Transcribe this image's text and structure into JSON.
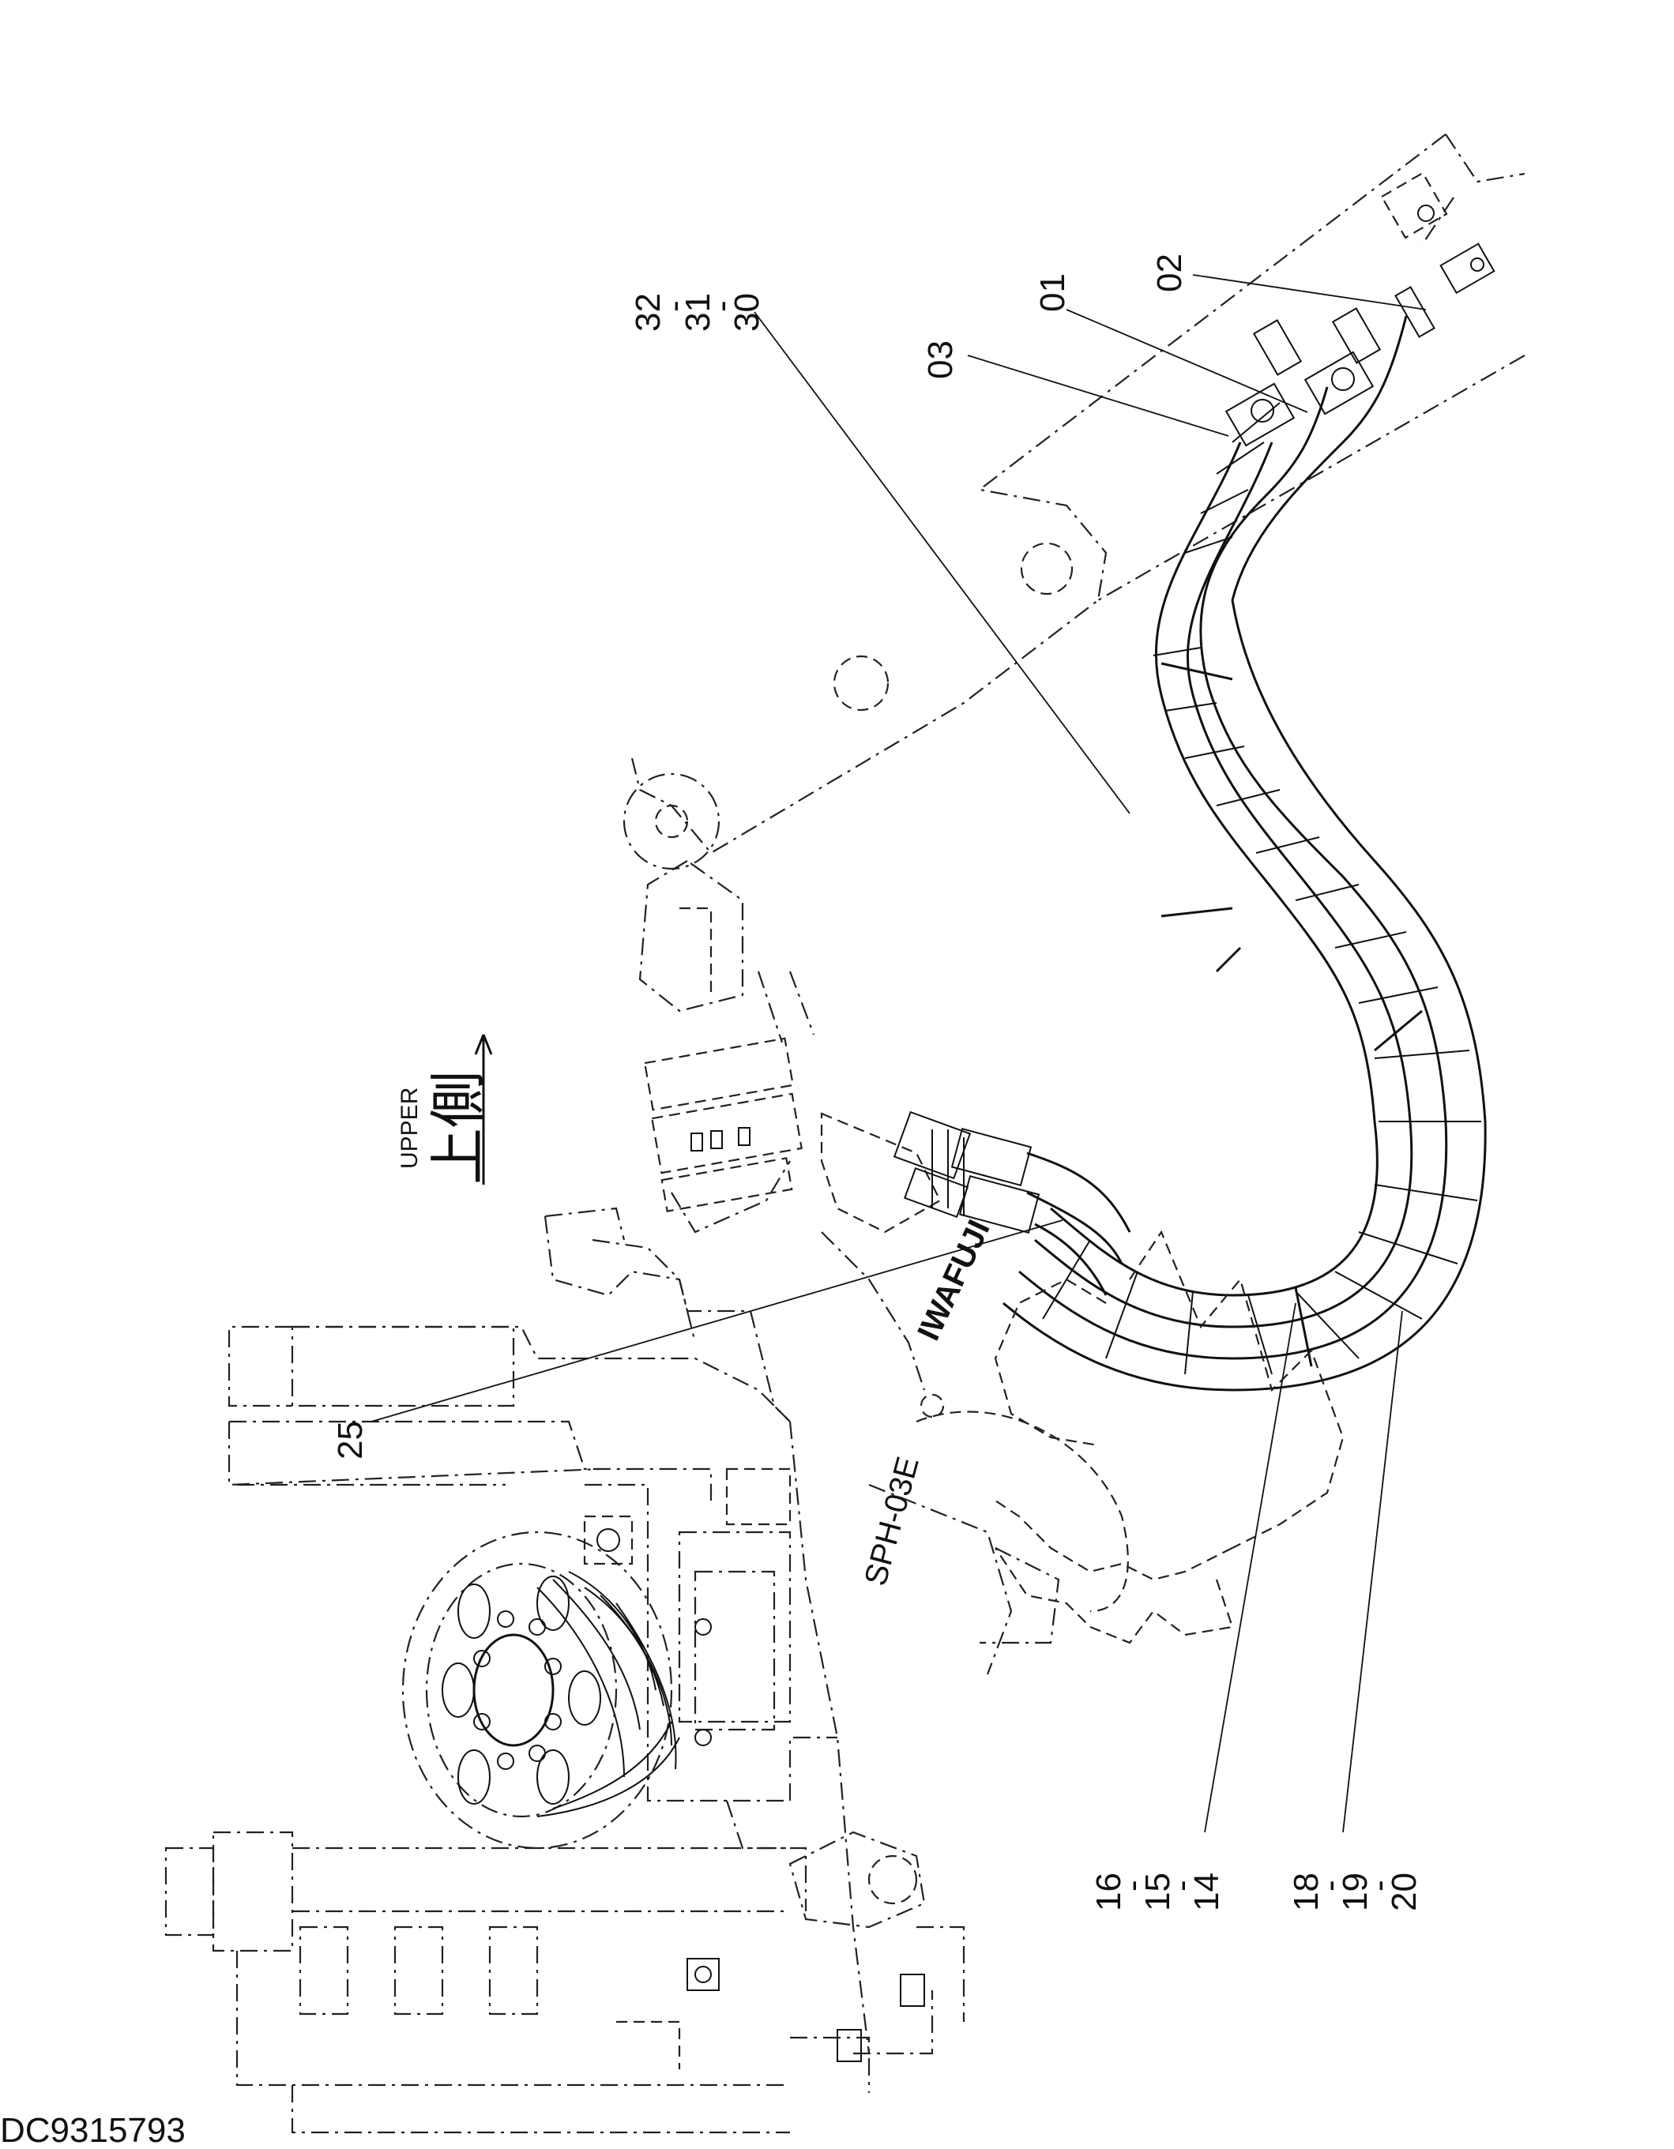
{
  "callouts": {
    "c01": "01",
    "c02": "02",
    "c03": "03",
    "c30": "30",
    "c31": "31",
    "c32": "32",
    "c14": "14",
    "c15": "15",
    "c16": "16",
    "c18": "18",
    "c19": "19",
    "c20": "20",
    "c25": "25",
    "dash": "-"
  },
  "direction": {
    "upper_en": "UPPER",
    "upper_jp": "上側"
  },
  "hose_markings": {
    "brand": "IWAFUJI",
    "spec": "SPH-03E"
  },
  "drawing_number": "DC9315793"
}
